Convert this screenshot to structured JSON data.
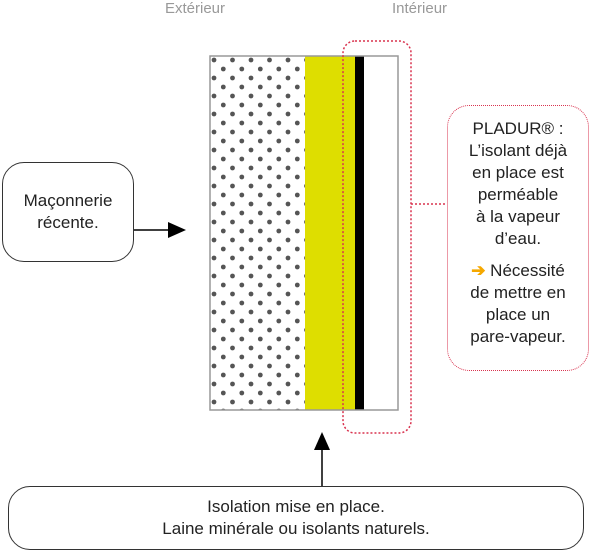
{
  "headers": {
    "exterior": "Extérieur",
    "interior": "Intérieur"
  },
  "left_box": {
    "line1": "Maçonnerie",
    "line2": "récente."
  },
  "note": {
    "title": "PLADUR® :",
    "lines": [
      "L’isolant déjà",
      "en place est",
      "perméable",
      "à la vapeur",
      "d’eau."
    ],
    "conclusion1": "Nécessité",
    "conclusion2": "de mettre en",
    "conclusion3": "place un",
    "conclusion4": "pare-vapeur."
  },
  "bottom_box": {
    "line1": "Isolation mise en place.",
    "line2": "Laine minérale ou isolants naturels."
  },
  "colors": {
    "insulation": "#dede00",
    "accent": "#d9334f",
    "arrow_orange": "#f5a800"
  }
}
